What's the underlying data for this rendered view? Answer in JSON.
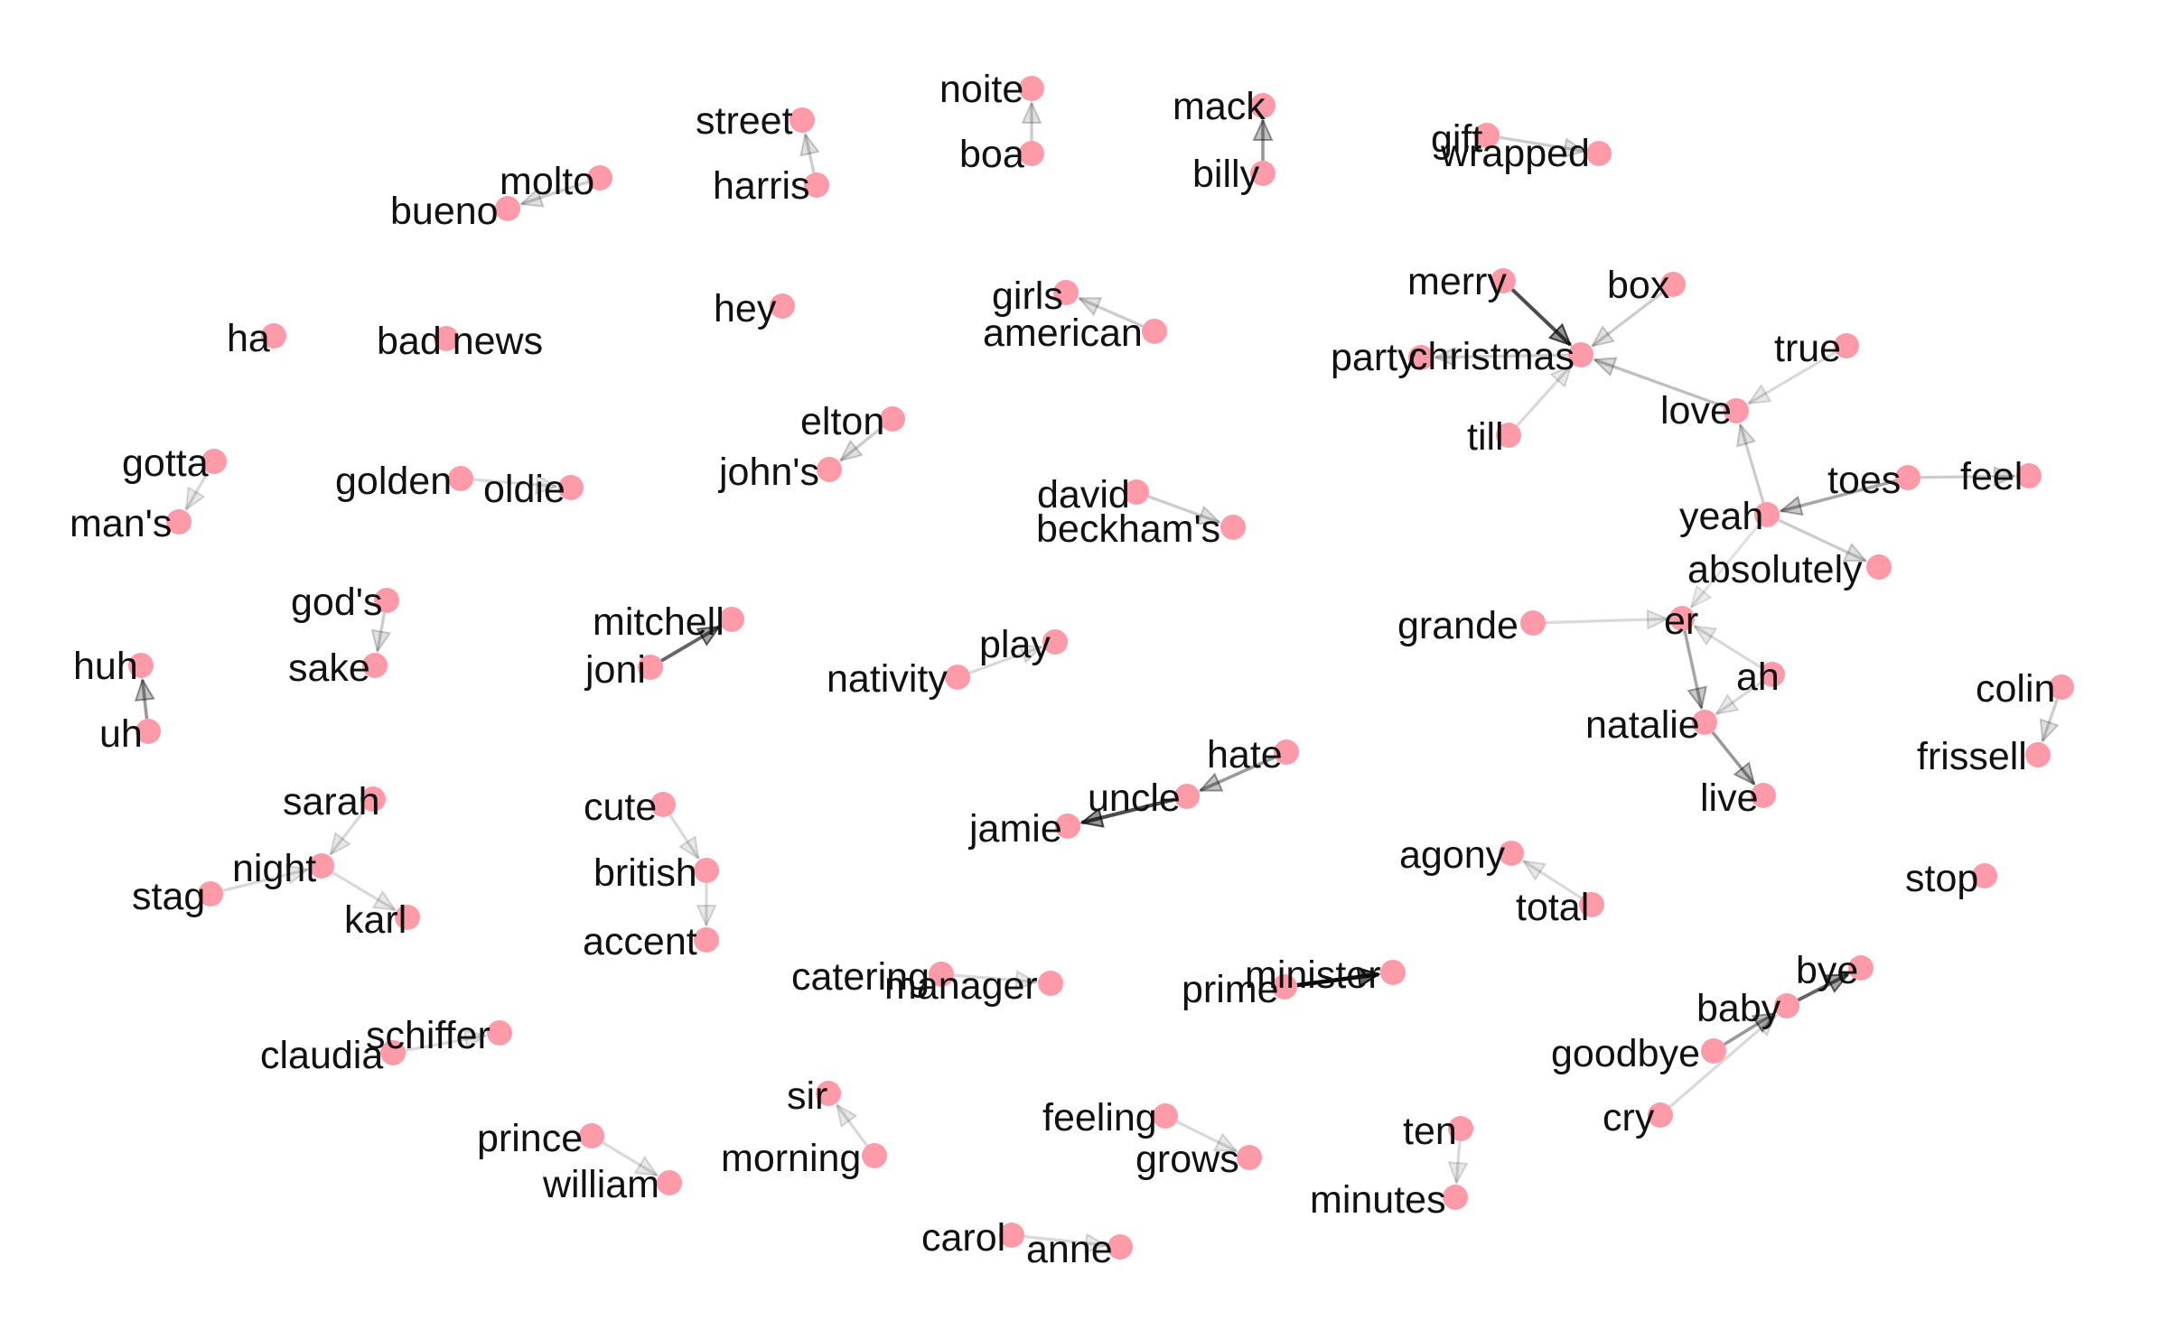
{
  "colors": {
    "background": "#ffffff",
    "node": "#ff9aa8",
    "edge": "#000000",
    "label": "#111111"
  },
  "nodes": [
    {
      "id": "noite",
      "label": "noite"
    },
    {
      "id": "boa",
      "label": "boa"
    },
    {
      "id": "mack",
      "label": "mack"
    },
    {
      "id": "billy",
      "label": "billy"
    },
    {
      "id": "street",
      "label": "street"
    },
    {
      "id": "harris",
      "label": "harris"
    },
    {
      "id": "gift",
      "label": "gift"
    },
    {
      "id": "wrapped",
      "label": "wrapped"
    },
    {
      "id": "molto",
      "label": "molto"
    },
    {
      "id": "bueno",
      "label": "bueno"
    },
    {
      "id": "merry",
      "label": "merry"
    },
    {
      "id": "box",
      "label": "box"
    },
    {
      "id": "girls",
      "label": "girls"
    },
    {
      "id": "american",
      "label": "american"
    },
    {
      "id": "hey",
      "label": "hey"
    },
    {
      "id": "ha",
      "label": "ha"
    },
    {
      "id": "bad news",
      "label": "bad news"
    },
    {
      "id": "christmas",
      "label": "christmas"
    },
    {
      "id": "party",
      "label": "party"
    },
    {
      "id": "true",
      "label": "true"
    },
    {
      "id": "love",
      "label": "love"
    },
    {
      "id": "till",
      "label": "till"
    },
    {
      "id": "elton",
      "label": "elton"
    },
    {
      "id": "john's",
      "label": "john's"
    },
    {
      "id": "gotta",
      "label": "gotta"
    },
    {
      "id": "man's",
      "label": "man's"
    },
    {
      "id": "golden",
      "label": "golden"
    },
    {
      "id": "oldie",
      "label": "oldie"
    },
    {
      "id": "david",
      "label": "david"
    },
    {
      "id": "beckham's",
      "label": "beckham's"
    },
    {
      "id": "toes",
      "label": "toes"
    },
    {
      "id": "feel",
      "label": "feel"
    },
    {
      "id": "yeah",
      "label": "yeah"
    },
    {
      "id": "absolutely",
      "label": "absolutely"
    },
    {
      "id": "god's",
      "label": "god's"
    },
    {
      "id": "sake",
      "label": "sake"
    },
    {
      "id": "mitchell",
      "label": "mitchell"
    },
    {
      "id": "joni",
      "label": "joni"
    },
    {
      "id": "grande",
      "label": "grande"
    },
    {
      "id": "er",
      "label": "er"
    },
    {
      "id": "huh",
      "label": "huh"
    },
    {
      "id": "uh",
      "label": "uh"
    },
    {
      "id": "play",
      "label": "play"
    },
    {
      "id": "nativity",
      "label": "nativity"
    },
    {
      "id": "ah",
      "label": "ah"
    },
    {
      "id": "colin",
      "label": "colin"
    },
    {
      "id": "natalie",
      "label": "natalie"
    },
    {
      "id": "frissell",
      "label": "frissell"
    },
    {
      "id": "hate",
      "label": "hate"
    },
    {
      "id": "uncle",
      "label": "uncle"
    },
    {
      "id": "jamie",
      "label": "jamie"
    },
    {
      "id": "live",
      "label": "live"
    },
    {
      "id": "sarah",
      "label": "sarah"
    },
    {
      "id": "cute",
      "label": "cute"
    },
    {
      "id": "night",
      "label": "night"
    },
    {
      "id": "stag",
      "label": "stag"
    },
    {
      "id": "karl",
      "label": "karl"
    },
    {
      "id": "british",
      "label": "british"
    },
    {
      "id": "agony",
      "label": "agony"
    },
    {
      "id": "total",
      "label": "total"
    },
    {
      "id": "stop",
      "label": "stop"
    },
    {
      "id": "accent",
      "label": "accent"
    },
    {
      "id": "catering",
      "label": "catering"
    },
    {
      "id": "manager",
      "label": "manager"
    },
    {
      "id": "prime",
      "label": "prime"
    },
    {
      "id": "minister",
      "label": "minister"
    },
    {
      "id": "bye",
      "label": "bye"
    },
    {
      "id": "baby",
      "label": "baby"
    },
    {
      "id": "schiffer",
      "label": "schiffer"
    },
    {
      "id": "claudia",
      "label": "claudia"
    },
    {
      "id": "goodbye",
      "label": "goodbye"
    },
    {
      "id": "sir",
      "label": "sir"
    },
    {
      "id": "cry",
      "label": "cry"
    },
    {
      "id": "feeling",
      "label": "feeling"
    },
    {
      "id": "ten",
      "label": "ten"
    },
    {
      "id": "prince",
      "label": "prince"
    },
    {
      "id": "morning",
      "label": "morning"
    },
    {
      "id": "grows",
      "label": "grows"
    },
    {
      "id": "william",
      "label": "william"
    },
    {
      "id": "minutes",
      "label": "minutes"
    },
    {
      "id": "carol",
      "label": "carol"
    },
    {
      "id": "anne",
      "label": "anne"
    }
  ],
  "edges": [
    {
      "from": "boa",
      "to": "noite",
      "weight": 0.2
    },
    {
      "from": "billy",
      "to": "mack",
      "weight": 0.4
    },
    {
      "from": "harris",
      "to": "street",
      "weight": 0.2
    },
    {
      "from": "gift",
      "to": "wrapped",
      "weight": 0.2
    },
    {
      "from": "molto",
      "to": "bueno",
      "weight": 0.2
    },
    {
      "from": "merry",
      "to": "christmas",
      "weight": 0.7
    },
    {
      "from": "box",
      "to": "christmas",
      "weight": 0.2
    },
    {
      "from": "christmas",
      "to": "party",
      "weight": 0.2
    },
    {
      "from": "till",
      "to": "christmas",
      "weight": 0.15
    },
    {
      "from": "love",
      "to": "christmas",
      "weight": 0.25
    },
    {
      "from": "american",
      "to": "girls",
      "weight": 0.2
    },
    {
      "from": "bad news",
      "to": "wrapped_none",
      "weight": 0
    },
    {
      "from": "true",
      "to": "love",
      "weight": 0.15
    },
    {
      "from": "yeah",
      "to": "love",
      "weight": 0.2
    },
    {
      "from": "elton",
      "to": "john's",
      "weight": 0.2
    },
    {
      "from": "gotta",
      "to": "man's",
      "weight": 0.15
    },
    {
      "from": "golden",
      "to": "oldie",
      "weight": 0.15
    },
    {
      "from": "david",
      "to": "beckham's",
      "weight": 0.2
    },
    {
      "from": "toes",
      "to": "yeah",
      "weight": 0.35
    },
    {
      "from": "toes",
      "to": "feel",
      "weight": 0.2
    },
    {
      "from": "yeah",
      "to": "absolutely",
      "weight": 0.2
    },
    {
      "from": "yeah",
      "to": "er",
      "weight": 0.1
    },
    {
      "from": "god's",
      "to": "sake",
      "weight": 0.2
    },
    {
      "from": "joni",
      "to": "mitchell",
      "weight": 0.6
    },
    {
      "from": "grande",
      "to": "er",
      "weight": 0.15
    },
    {
      "from": "uh",
      "to": "huh",
      "weight": 0.4
    },
    {
      "from": "nativity",
      "to": "play",
      "weight": 0.15
    },
    {
      "from": "ah",
      "to": "er",
      "weight": 0.15
    },
    {
      "from": "er",
      "to": "natalie",
      "weight": 0.35
    },
    {
      "from": "ah",
      "to": "natalie",
      "weight": 0.15
    },
    {
      "from": "natalie",
      "to": "live",
      "weight": 0.4
    },
    {
      "from": "colin",
      "to": "frissell",
      "weight": 0.2
    },
    {
      "from": "hate",
      "to": "uncle",
      "weight": 0.4
    },
    {
      "from": "uncle",
      "to": "jamie",
      "weight": 0.7
    },
    {
      "from": "sarah",
      "to": "night",
      "weight": 0.15
    },
    {
      "from": "stag",
      "to": "night",
      "weight": 0.15
    },
    {
      "from": "night",
      "to": "karl",
      "weight": 0.15
    },
    {
      "from": "cute",
      "to": "british",
      "weight": 0.15
    },
    {
      "from": "british",
      "to": "accent",
      "weight": 0.15
    },
    {
      "from": "total",
      "to": "agony",
      "weight": 0.15
    },
    {
      "from": "catering",
      "to": "manager",
      "weight": 0.15
    },
    {
      "from": "prime",
      "to": "minister",
      "weight": 1.0
    },
    {
      "from": "baby",
      "to": "bye",
      "weight": 0.6
    },
    {
      "from": "goodbye",
      "to": "baby",
      "weight": 0.4
    },
    {
      "from": "cry",
      "to": "baby",
      "weight": 0.15
    },
    {
      "from": "claudia",
      "to": "schiffer",
      "weight": 0.15
    },
    {
      "from": "morning",
      "to": "sir",
      "weight": 0.15
    },
    {
      "from": "prince",
      "to": "william",
      "weight": 0.15
    },
    {
      "from": "feeling",
      "to": "grows",
      "weight": 0.15
    },
    {
      "from": "ten",
      "to": "minutes",
      "weight": 0.15
    },
    {
      "from": "carol",
      "to": "anne",
      "weight": 0.15
    }
  ]
}
